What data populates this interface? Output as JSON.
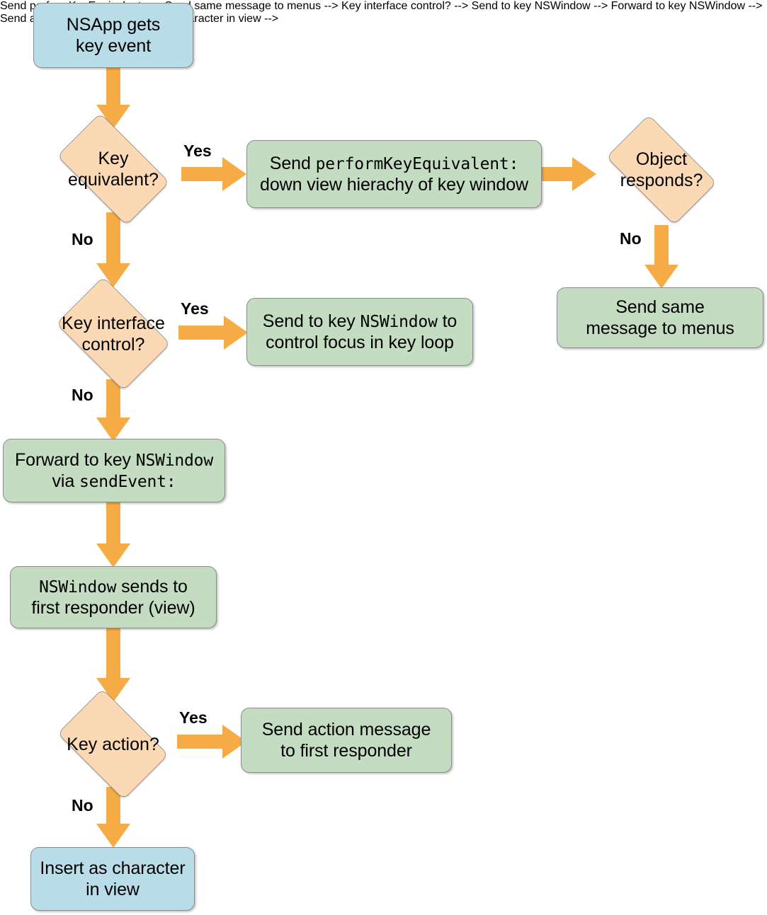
{
  "diagram": {
    "title": "NSApp key event handling flowchart",
    "colors": {
      "start_fill": "#b9dce9",
      "process_fill": "#c4dcc1",
      "decision_fill": "#fbd9b4",
      "arrow": "#f5ac46",
      "stroke": "#8c8c8c",
      "text": "#000000",
      "background": "#ffffff"
    },
    "nodes": {
      "nsapp_gets_key_event": {
        "shape": "rounded-rect",
        "style": "blue",
        "lines": [
          "NSApp gets",
          "key event"
        ]
      },
      "key_equivalent": {
        "shape": "diamond",
        "lines": [
          "Key",
          "equivalent?"
        ]
      },
      "send_perform_key_equivalent": {
        "shape": "rounded-rect",
        "style": "green",
        "line1_prefix": "Send ",
        "line1_mono": "performKeyEquivalent:",
        "line2": "down view hierachy of key window"
      },
      "object_responds": {
        "shape": "diamond",
        "lines": [
          "Object",
          "responds?"
        ]
      },
      "send_same_message_to_menus": {
        "shape": "rounded-rect",
        "style": "green",
        "lines": [
          "Send same",
          "message to menus"
        ]
      },
      "key_interface_control": {
        "shape": "diamond",
        "lines": [
          "Key interface",
          "control?"
        ]
      },
      "send_to_key_nswindow": {
        "shape": "rounded-rect",
        "style": "green",
        "line1_prefix": "Send to key ",
        "line1_mono": "NSWindow",
        "line1_suffix": " to",
        "line2": "control focus in key loop"
      },
      "forward_to_key_nswindow": {
        "shape": "rounded-rect",
        "style": "green",
        "line1_prefix": "Forward to key ",
        "line1_mono": "NSWindow",
        "line2_prefix": "via ",
        "line2_mono": "sendEvent:"
      },
      "nswindow_sends_to_first_responder": {
        "shape": "rounded-rect",
        "style": "green",
        "line1_mono": "NSWindow",
        "line1_suffix": " sends to",
        "line2": "first responder (view)"
      },
      "key_action": {
        "shape": "diamond",
        "lines": [
          "Key action?"
        ]
      },
      "send_action_message": {
        "shape": "rounded-rect",
        "style": "green",
        "lines": [
          "Send action message",
          "to first responder"
        ]
      },
      "insert_as_character": {
        "shape": "rounded-rect",
        "style": "blue",
        "lines": [
          "Insert as character",
          "in view"
        ]
      }
    },
    "edge_labels": {
      "key_equivalent_yes": "Yes",
      "key_equivalent_no": "No",
      "object_responds_no": "No",
      "key_interface_control_yes": "Yes",
      "key_interface_control_no": "No",
      "key_action_yes": "Yes",
      "key_action_no": "No"
    }
  }
}
